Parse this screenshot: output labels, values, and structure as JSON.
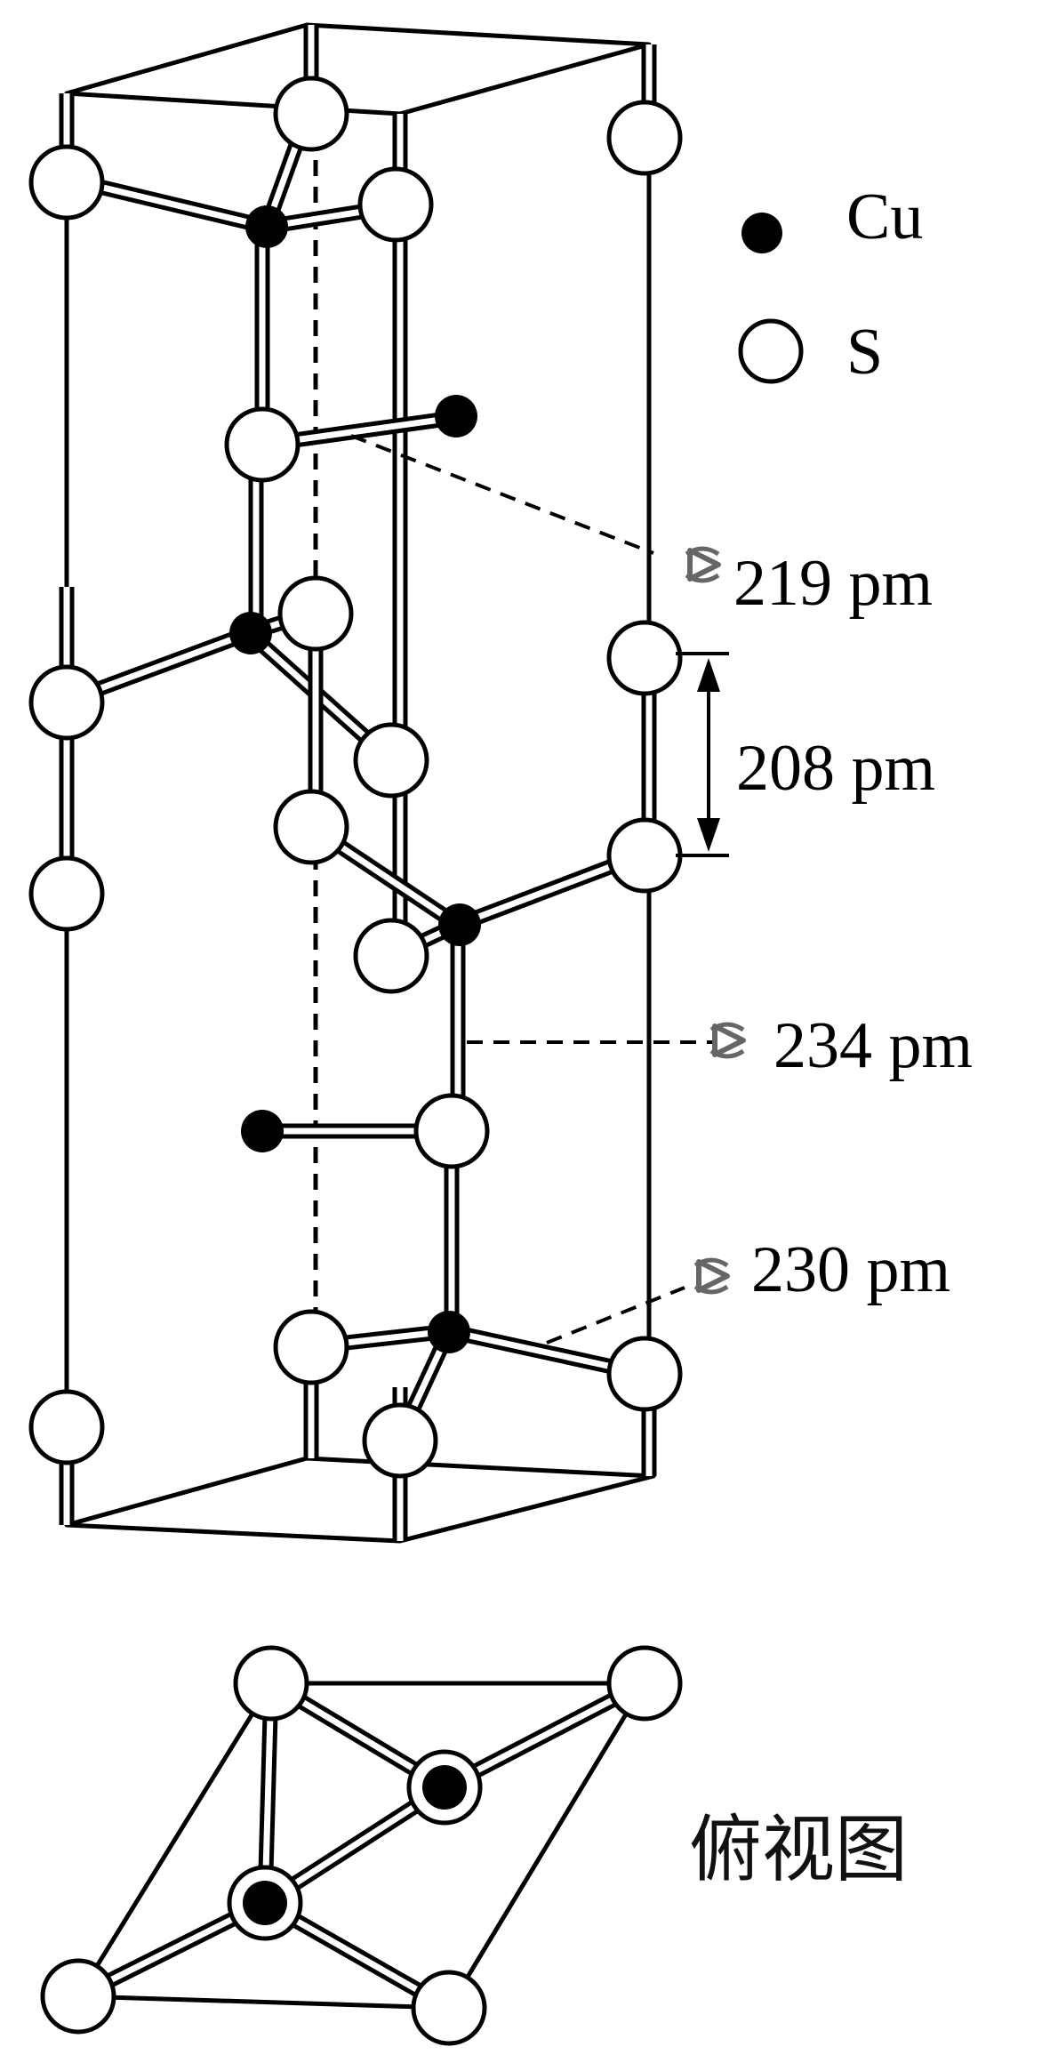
{
  "legend": {
    "cu_label": "Cu",
    "s_label": "S"
  },
  "measurements": {
    "d1": "219 pm",
    "d2": "208 pm",
    "d3": "234 pm",
    "d4": "230 pm"
  },
  "top_view_caption": "俯视图",
  "colors": {
    "line": "#000000",
    "cu_atom": "#000000",
    "s_atom": "#ffffff",
    "eye_marker": "#666666"
  },
  "icons": {
    "measure_marker": "eye-triangle-icon"
  }
}
